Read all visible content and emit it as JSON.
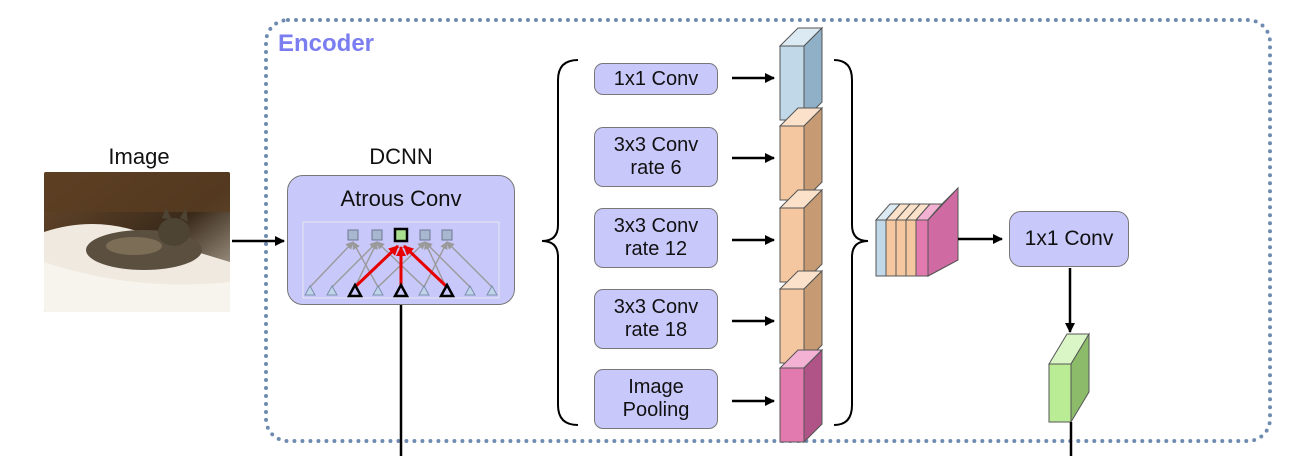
{
  "encoder": {
    "label": "Encoder"
  },
  "input": {
    "label": "Image"
  },
  "backbone": {
    "label": "DCNN",
    "box_label": "Atrous Conv"
  },
  "aspp": {
    "branches": [
      {
        "label": "1x1 Conv",
        "color": "#c0d8e8"
      },
      {
        "label": "3x3 Conv\nrate 6",
        "color": "#f5c7a0"
      },
      {
        "label": "3x3 Conv\nrate 12",
        "color": "#f5c7a0"
      },
      {
        "label": "3x3 Conv\nrate 18",
        "color": "#f5c7a0"
      },
      {
        "label": "Image\nPooling",
        "color": "#e27ab0"
      }
    ]
  },
  "projection": {
    "label": "1x1 Conv"
  },
  "output": {
    "color": "#b9ec94"
  },
  "colors": {
    "box_fill": "#c9c8fb",
    "encoder_border": "#6f8bb0",
    "encoder_label": "#7b7ef0",
    "highlight_arrow": "#e60000"
  }
}
